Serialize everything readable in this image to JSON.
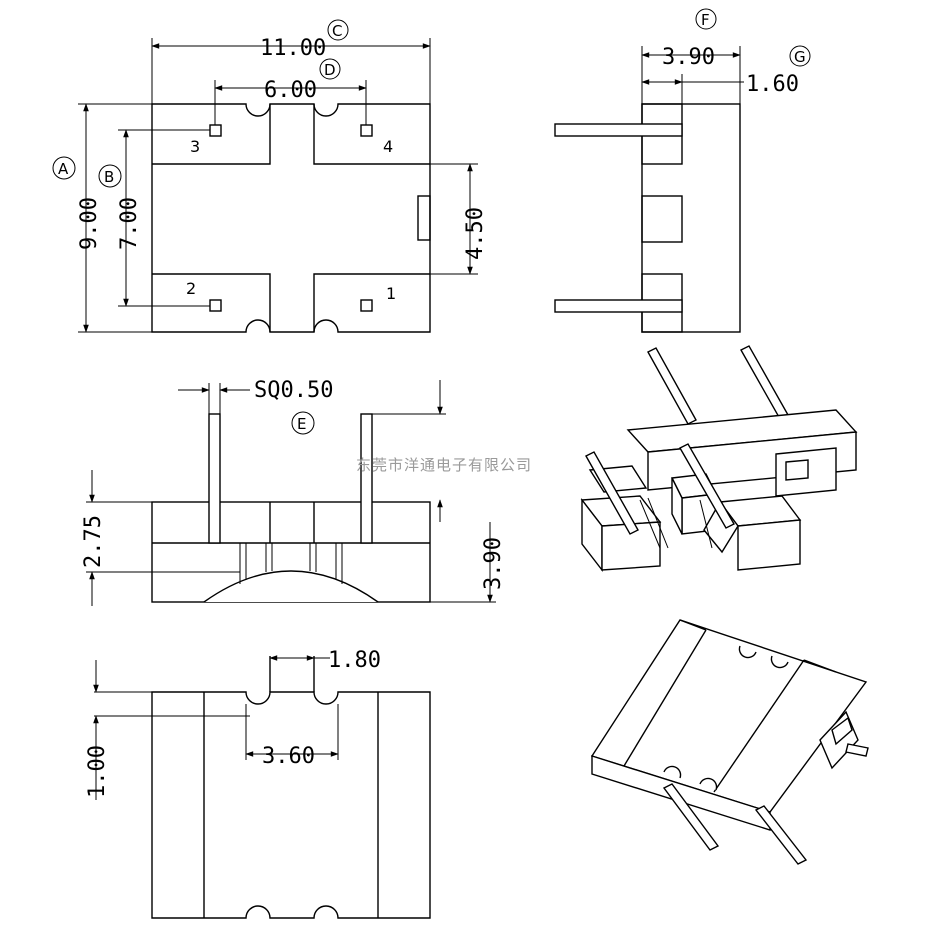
{
  "dimensions": {
    "d_11_00": "11.00",
    "d_6_00": "6.00",
    "d_9_00": "9.00",
    "d_7_00": "7.00",
    "d_4_50": "4.50",
    "d_3_90_side": "3.90",
    "d_1_60": "1.60",
    "d_sq0_50": "SQ0.50",
    "d_2_75": "2.75",
    "d_3_90_front": "3.90",
    "d_1_80": "1.80",
    "d_3_60": "3.60",
    "d_1_00": "1.00"
  },
  "circle_labels": {
    "a": "A",
    "b": "B",
    "c": "C",
    "d": "D",
    "e": "E",
    "f": "F",
    "g": "G"
  },
  "pin_labels": {
    "p1": "1",
    "p2": "2",
    "p3": "3",
    "p4": "4"
  },
  "watermark": "东莞市洋通电子有限公司"
}
